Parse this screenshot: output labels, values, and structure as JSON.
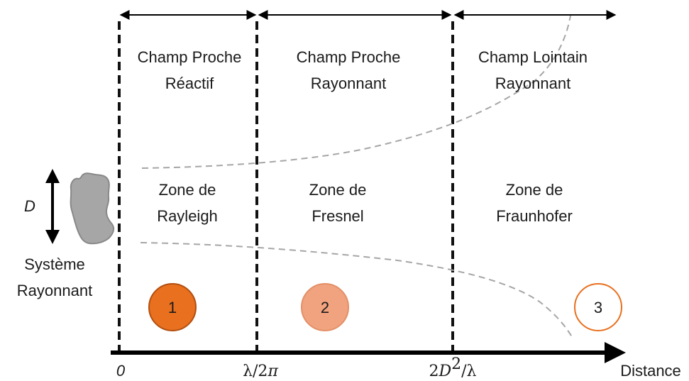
{
  "zones": [
    {
      "field": [
        "Champ Proche",
        "Réactif"
      ],
      "region": [
        "Zone de",
        "Rayleigh"
      ],
      "marker": "1"
    },
    {
      "field": [
        "Champ Proche",
        "Rayonnant"
      ],
      "region": [
        "Zone de",
        "Fresnel"
      ],
      "marker": "2"
    },
    {
      "field": [
        "Champ Lointain",
        "Rayonnant"
      ],
      "region": [
        "Zone de",
        "Fraunhofer"
      ],
      "marker": "3"
    }
  ],
  "source": {
    "dimension_label": "D",
    "caption": [
      "Système",
      "Rayonnant"
    ]
  },
  "axis": {
    "origin_label": "0",
    "boundary_1": {
      "prefix": "λ/2",
      "pi": "π"
    },
    "boundary_2": {
      "coef": "2",
      "D": "D",
      "exp": "2",
      "suffix": "/λ"
    },
    "axis_label": "Distance"
  },
  "colors": {
    "marker_1_fill": "#e8701e",
    "marker_1_stroke": "#b24f10",
    "marker_2_fill": "#f0a37e",
    "marker_2_stroke": "#e39068",
    "marker_3_fill": "#ffffff",
    "marker_3_stroke": "#e8701e",
    "boundary_line": "#111111",
    "envelope": "#a6a6a6",
    "antenna": "#a6a6a6"
  }
}
